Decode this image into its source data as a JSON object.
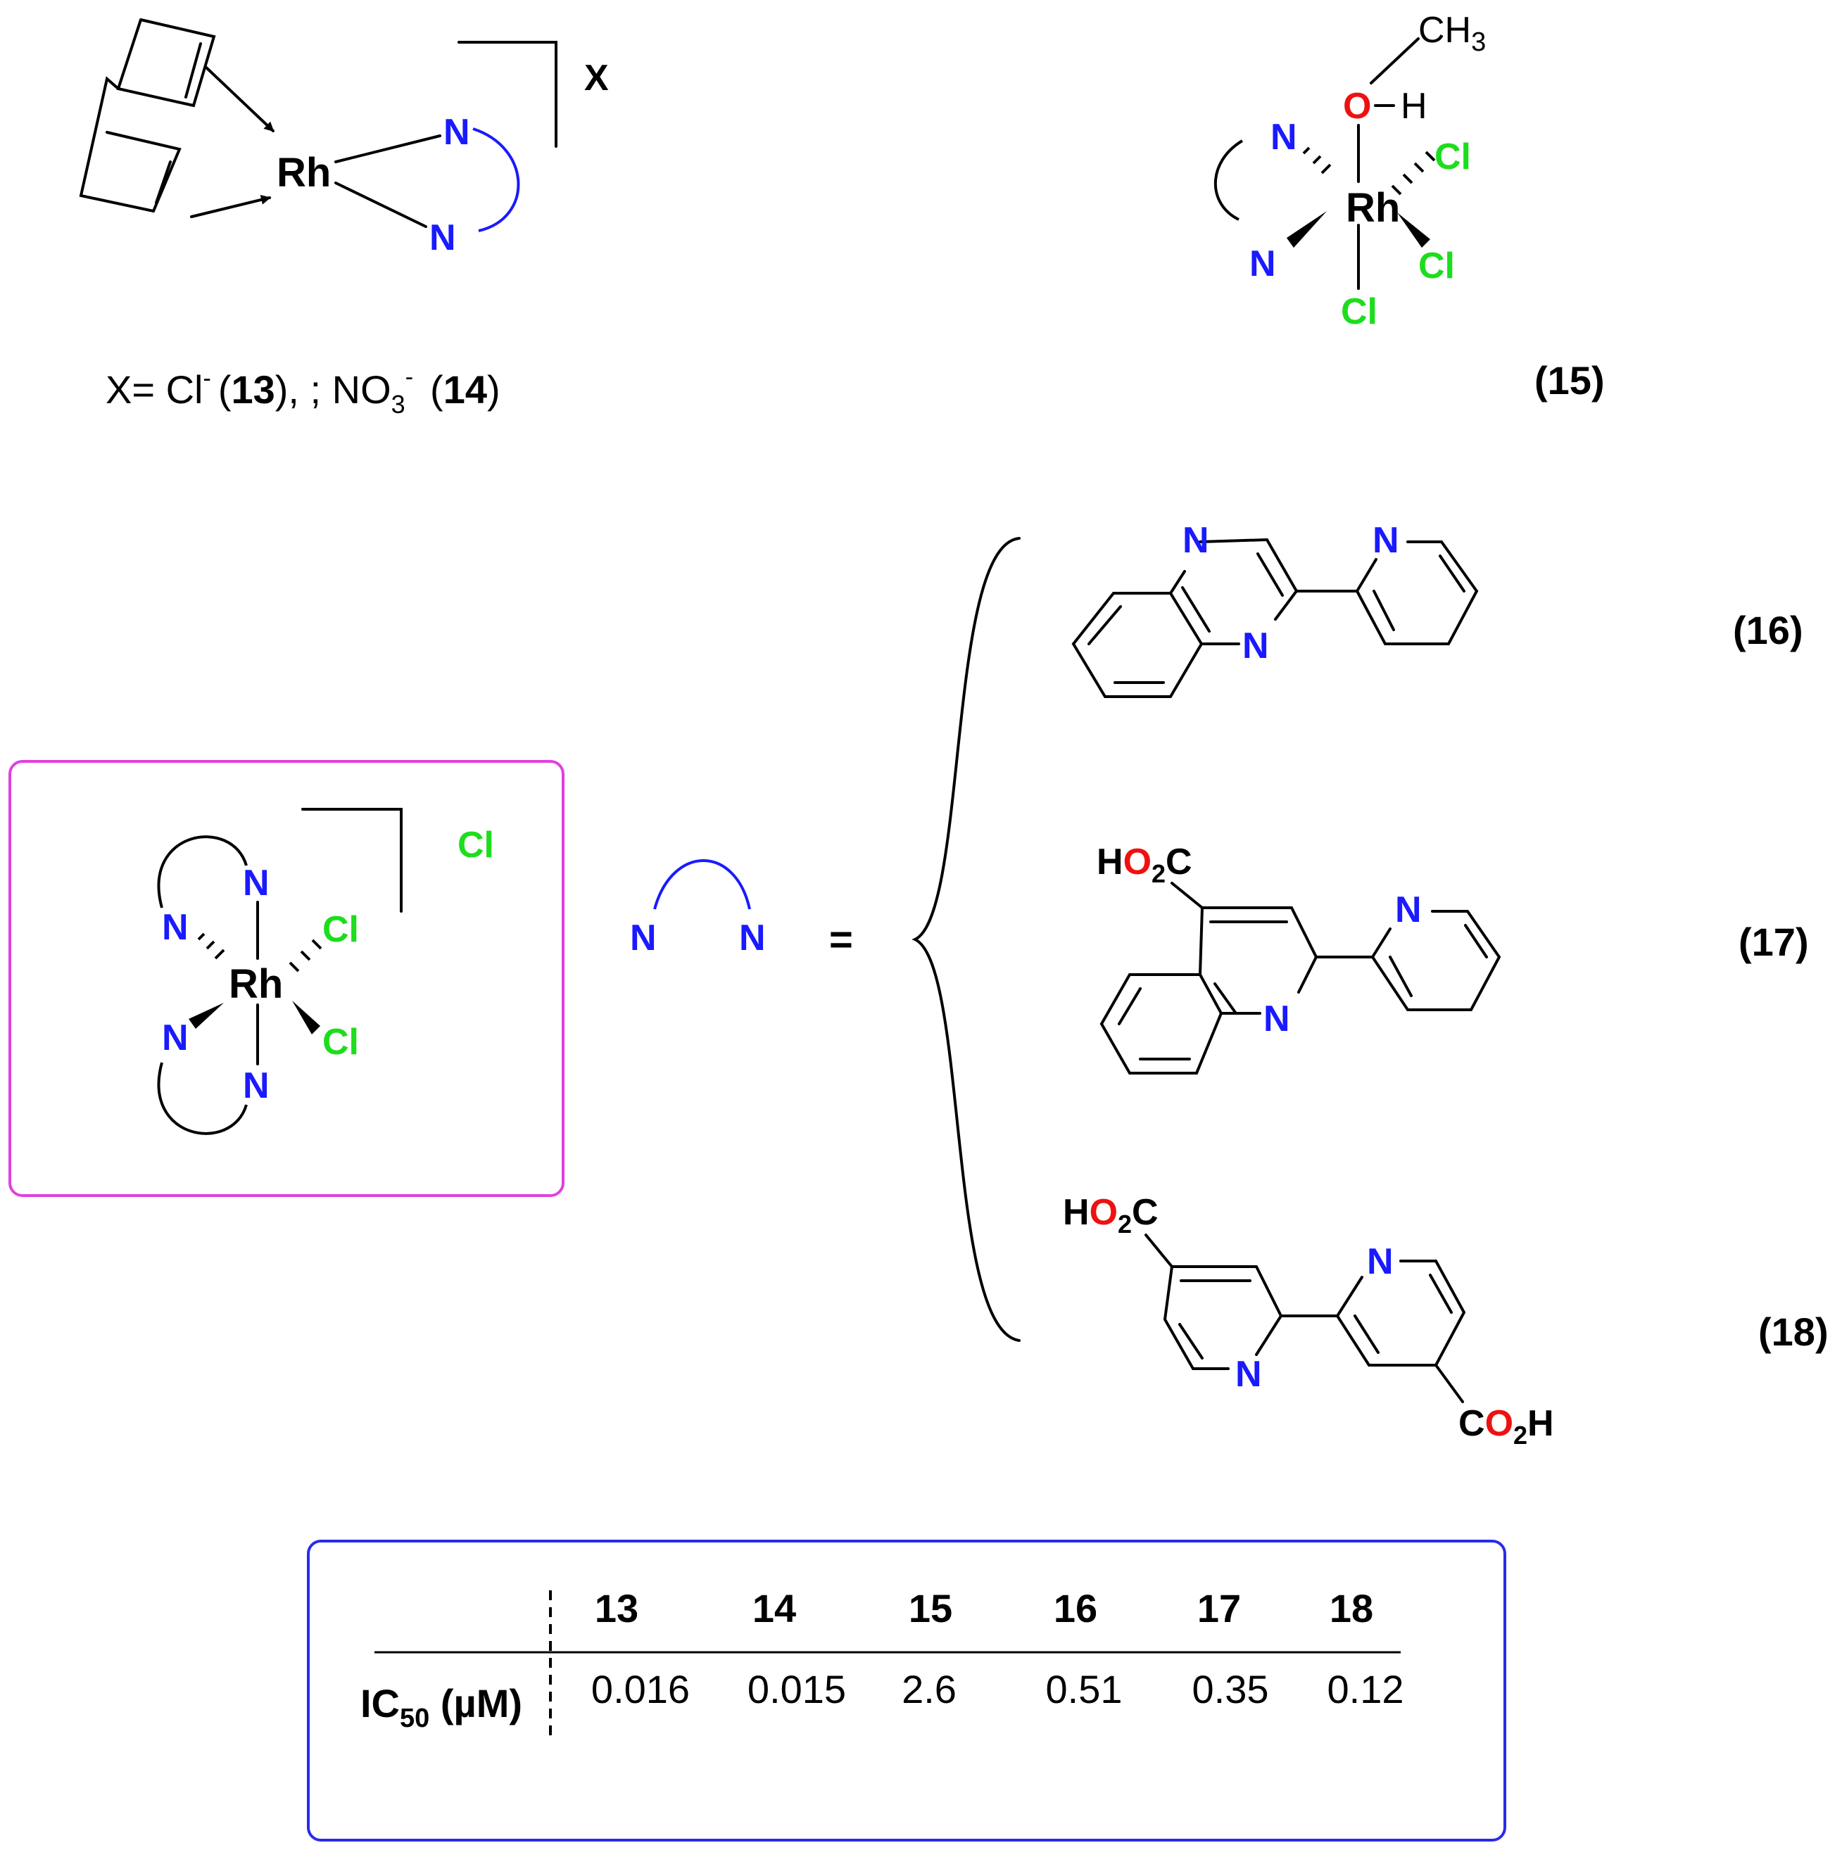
{
  "colors": {
    "nitrogen": "#1a1aff",
    "chlorine": "#1ddd1d",
    "oxygen": "#ee1111",
    "box_magenta": "#e040e0",
    "box_blue": "#2a2aee"
  },
  "atoms": {
    "rh": "Rh",
    "n": "N",
    "cl": "Cl",
    "o": "O",
    "h": "H",
    "c": "C",
    "x": "X",
    "ch": "CH",
    "three": "3",
    "two": "2",
    "ho": "HO",
    "equals": "="
  },
  "complex_13_14": {
    "counter_ion": "X",
    "caption_prefix": "X= Cl",
    "caption_sup": "-",
    "caption_13": "13",
    "caption_mid": "),   ; NO",
    "caption_sub": "3",
    "caption_sup2": "-",
    "caption_14": "14",
    "open_paren": "(",
    "close_paren": ")"
  },
  "complex_15": {
    "label": "(15)"
  },
  "boxed_complex": {
    "counter_ion": "Cl"
  },
  "ligands": [
    {
      "label": "(16)"
    },
    {
      "label": "(17)"
    },
    {
      "label": "(18)"
    }
  ],
  "table": {
    "row_label_main": "IC",
    "row_label_sub": "50",
    "row_label_unit": " (µM)",
    "compounds": [
      "13",
      "14",
      "15",
      "16",
      "17",
      "18"
    ],
    "ic50_values": [
      "0.016",
      "0.015",
      "2.6",
      "0.51",
      "0.35",
      "0.12"
    ]
  }
}
